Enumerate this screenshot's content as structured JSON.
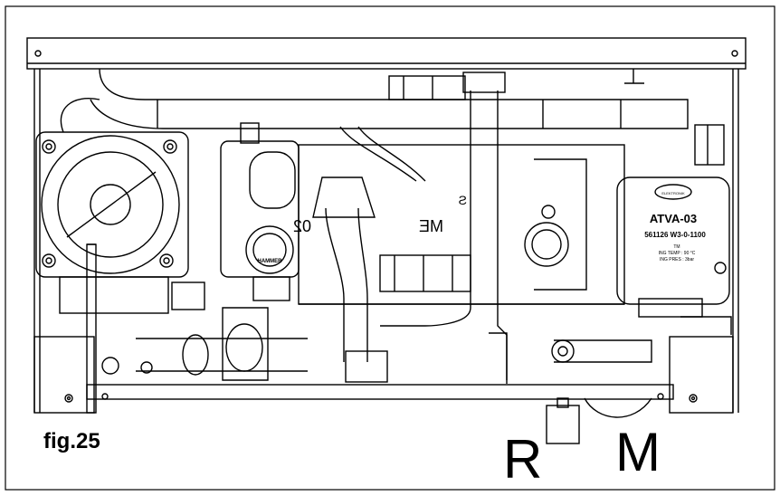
{
  "figure": {
    "label": "fig.25",
    "callouts": {
      "r": "R",
      "m": "M"
    },
    "valve": {
      "model": "ATVA-03",
      "code": "561126 W3-0-1100",
      "line1": "TM",
      "line2": "ING TEMP : 90 °C",
      "line3": "ING PRES : 3bar",
      "brand": "ELEKTRONIK"
    },
    "gas_valve_label": "HAMMER",
    "block_fragment": "ME",
    "block_fragment_2": "S",
    "block_fragment_3": "02",
    "colors": {
      "line": "#000000",
      "background": "#ffffff"
    }
  }
}
